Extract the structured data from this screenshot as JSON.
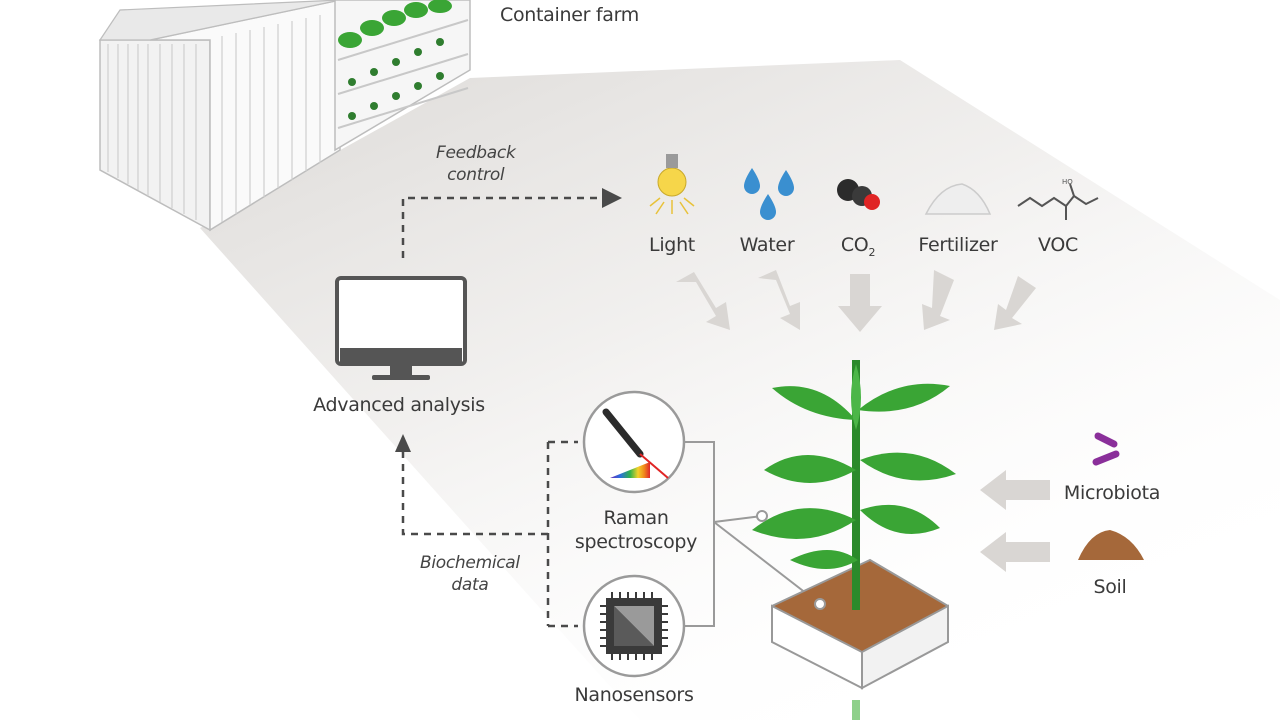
{
  "labels": {
    "container_farm": "Container farm",
    "feedback_line1": "Feedback",
    "feedback_line2": "control",
    "light": "Light",
    "water": "Water",
    "co2_main": "CO",
    "co2_sub": "2",
    "fertilizer": "Fertilizer",
    "voc": "VOC",
    "advanced_analysis": "Advanced analysis",
    "raman_line1": "Raman",
    "raman_line2": "spectroscopy",
    "biochemical_line1": "Biochemical",
    "biochemical_line2": "data",
    "nanosensors": "Nanosensors",
    "microbiota": "Microbiota",
    "soil": "Soil",
    "voc_structure_mark": "HO"
  },
  "colors": {
    "plant_green": "#3aa535",
    "plant_dark": "#2b8a2b",
    "soil_brown": "#a5683a",
    "arrow_grey": "#d9d6d3",
    "dashed_line": "#4a4a4a",
    "bulb_yellow": "#f6d64a",
    "water_blue": "#3a8fd0",
    "microbe_purple": "#8a2f9a",
    "co2_red": "#e02525"
  },
  "icons": [
    "lightbulb-icon",
    "water-drops-icon",
    "co2-molecule-icon",
    "fertilizer-pile-icon",
    "voc-molecule-icon",
    "monitor-icon",
    "raman-probe-icon",
    "chip-icon",
    "microbe-icon",
    "soil-pile-icon"
  ]
}
